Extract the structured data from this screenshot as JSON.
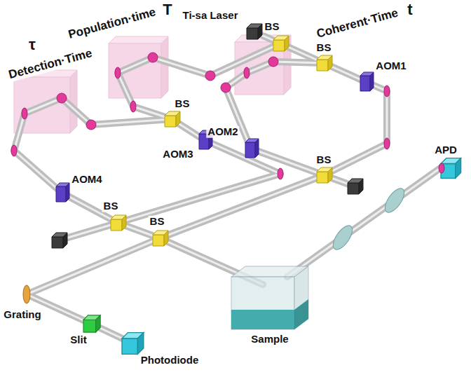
{
  "diagram": {
    "labels": [
      "T",
      "Population·time",
      "Ti-sa Laser",
      "t",
      "Coherent·Time",
      "BS",
      "BS",
      "AOM1",
      "τ",
      "Detection·Time",
      "BS",
      "AOM2",
      "AOM3",
      "BS",
      "APD",
      "AOM4",
      "BS",
      "BS",
      "Grating",
      "Slit",
      "Sample",
      "Photodiode"
    ]
  }
}
